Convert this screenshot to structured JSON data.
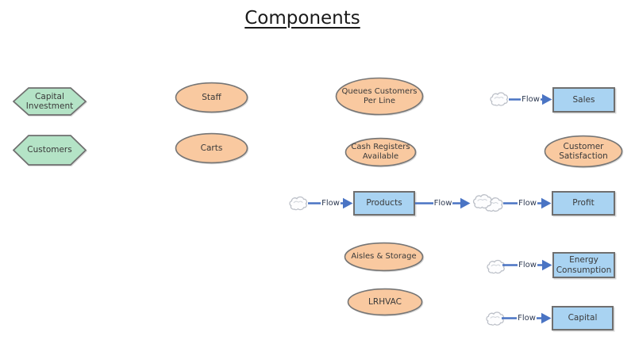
{
  "title": "Components",
  "sources": [
    {
      "id": "capital-investment",
      "label": "Capital Investment",
      "shape": "hexagon"
    },
    {
      "id": "customers",
      "label": "Customers",
      "shape": "hexagon"
    }
  ],
  "auxiliaries": [
    {
      "id": "staff",
      "label": "Staff"
    },
    {
      "id": "carts",
      "label": "Carts"
    },
    {
      "id": "queues-customers-per-line",
      "label": "Queues Customers Per Line"
    },
    {
      "id": "cash-registers-available",
      "label": "Cash Registers Available"
    },
    {
      "id": "customer-satisfaction",
      "label": "Customer Satisfaction"
    },
    {
      "id": "aisles-storage",
      "label": "Aisles & Storage"
    },
    {
      "id": "lrhvac",
      "label": "LRHVAC"
    }
  ],
  "stocks": [
    {
      "id": "sales",
      "label": "Sales"
    },
    {
      "id": "products",
      "label": "Products"
    },
    {
      "id": "profit",
      "label": "Profit"
    },
    {
      "id": "energy-consumption",
      "label": "Energy Consumption"
    },
    {
      "id": "capital",
      "label": "Capital"
    }
  ],
  "flows": [
    {
      "label": "Flow",
      "from": "cloud",
      "to": "Sales"
    },
    {
      "label": "Flow",
      "from": "cloud",
      "to": "Products"
    },
    {
      "label": "Flow",
      "from": "Products",
      "to": "cloud"
    },
    {
      "label": "Flow",
      "from": "cloud",
      "to": "Profit"
    },
    {
      "label": "Flow",
      "from": "cloud",
      "to": "Energy Consumption"
    },
    {
      "label": "Flow",
      "from": "cloud",
      "to": "Capital"
    }
  ],
  "colors": {
    "source_fill": "#b4e3c6",
    "auxiliary_fill": "#f9c9a0",
    "stock_fill": "#a9d3f2",
    "flow_blue": "#4a74c4",
    "border_gray": "#6f6f6f"
  }
}
